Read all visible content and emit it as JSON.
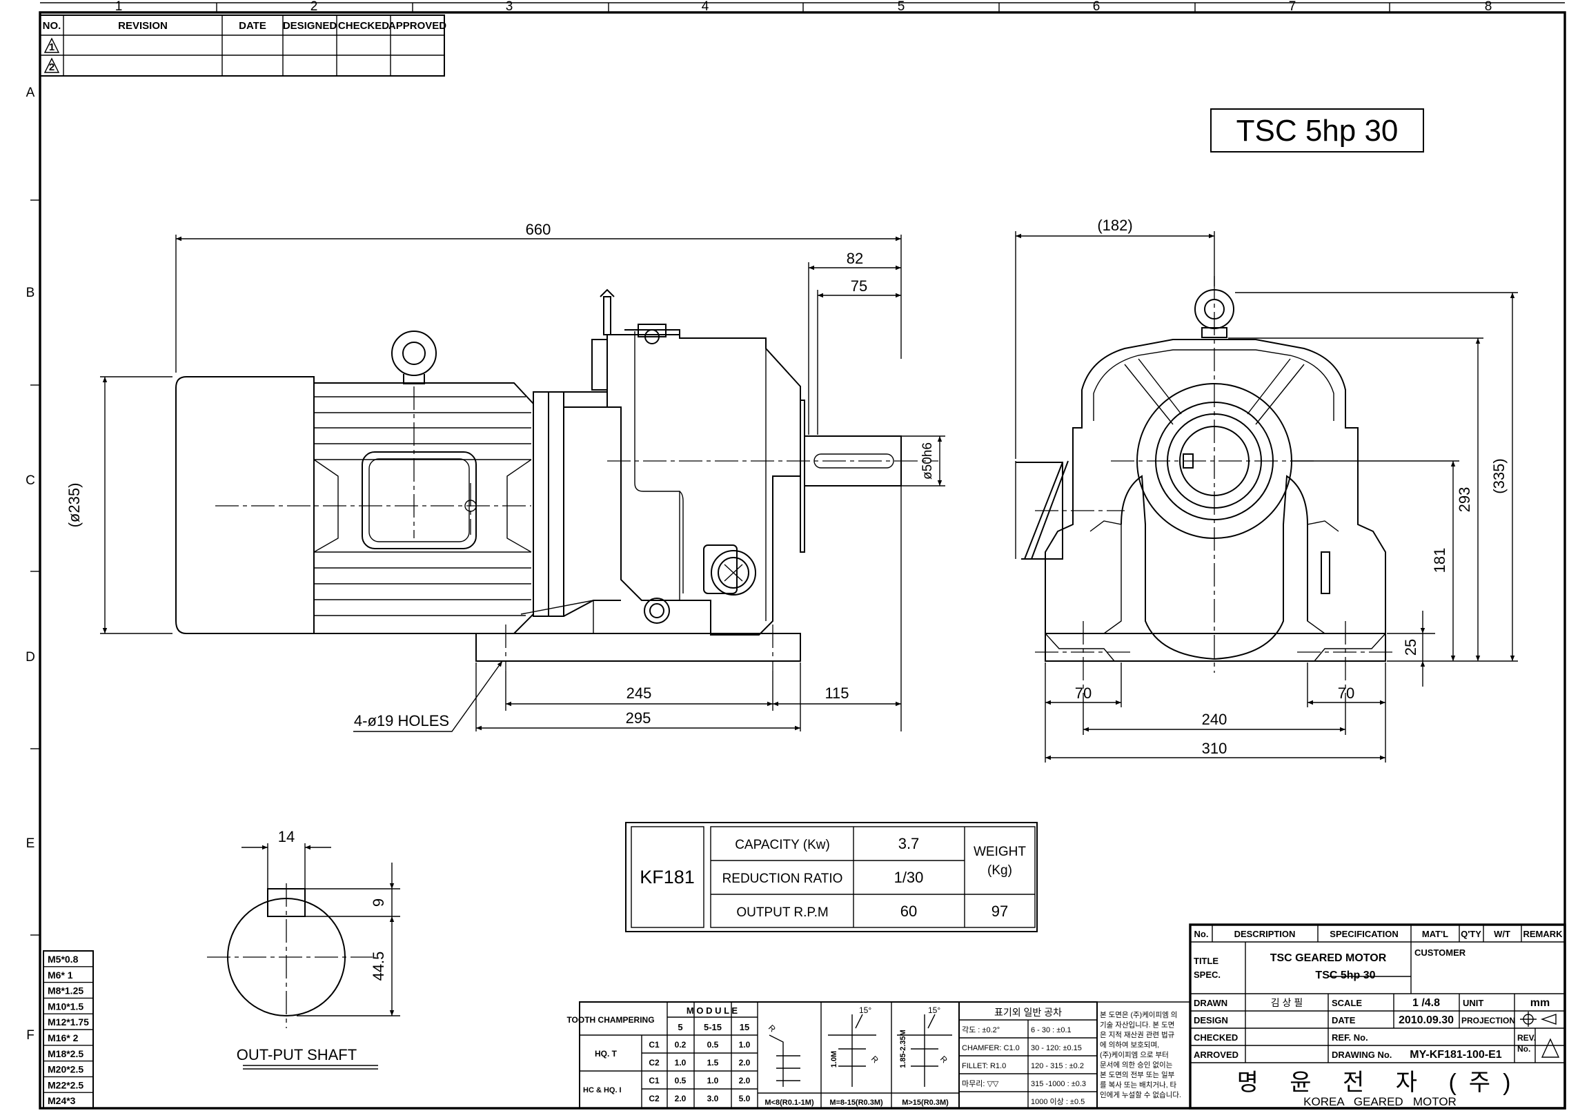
{
  "border": {
    "columns": [
      "1",
      "2",
      "3",
      "4",
      "5",
      "6",
      "7",
      "8"
    ],
    "rows": [
      "A",
      "B",
      "C",
      "D",
      "E",
      "F"
    ]
  },
  "revision_table": {
    "headers": [
      "NO.",
      "REVISION",
      "DATE",
      "DESIGNED",
      "CHECKED",
      "APPROVED"
    ],
    "rows": [
      "1",
      "2"
    ]
  },
  "model_label": "TSC 5hp 30",
  "dims_front": {
    "overall": "660",
    "d82": "82",
    "d75": "75",
    "dia235": "(ø235)",
    "shaft_dia": "ø50h6",
    "d245": "245",
    "d295": "295",
    "d115": "115",
    "holes": "4-ø19 HOLES"
  },
  "dims_side": {
    "d182": "(182)",
    "d335": "(335)",
    "d293": "293",
    "d181": "181",
    "d25": "25",
    "d70a": "70",
    "d70b": "70",
    "d240": "240",
    "d310": "310"
  },
  "shaft_view": {
    "w14": "14",
    "h9": "9",
    "h445": "44.5",
    "label": "OUT-PUT SHAFT"
  },
  "spec_table": {
    "model": "KF181",
    "capacity_label": "CAPACITY (Kw)",
    "capacity_value": "3.7",
    "ratio_label": "REDUCTION RATIO",
    "ratio_value": "1/30",
    "rpm_label": "OUTPUT R.P.M",
    "rpm_value": "60",
    "weight_label_1": "WEIGHT",
    "weight_label_2": "(Kg)",
    "weight_value": "97"
  },
  "bolt_table": [
    "M5*0.8",
    "M6* 1",
    "M8*1.25",
    "M10*1.5",
    "M12*1.75",
    "M16* 2",
    "M18*2.5",
    "M20*2.5",
    "M22*2.5",
    "M24*3"
  ],
  "tooth_table": {
    "title": "TOOTH CHAMPERING",
    "module": "M O D U L E",
    "cols": [
      "5",
      "5-15",
      "15"
    ],
    "hqt": "HQ. T",
    "hc": "HC & HQ. I",
    "c1": "C1",
    "c2": "C2",
    "hqt_c1": [
      "0.2",
      "0.5",
      "1.0"
    ],
    "hqt_c2": [
      "1.0",
      "1.5",
      "2.0"
    ],
    "hc_c1": [
      "0.5",
      "1.0",
      "2.0"
    ],
    "hc_c2": [
      "2.0",
      "3.0",
      "5.0"
    ],
    "cap1": "M<8(R0.1-1M)",
    "cap2": "M=8-15(R0.3M)",
    "cap3": "M>15(R0.3M)",
    "ann1": "1.0M",
    "ann2": "15°",
    "ann3": "1.85-2.35M",
    "ann4": "15°",
    "r": "R"
  },
  "tolerance_table": {
    "title": "표기외 일반 공차",
    "rows": [
      [
        "각도 : ±0.2°",
        "6 - 30 : ±0.1"
      ],
      [
        "CHAMFER: C1.0",
        "30 - 120: ±0.15"
      ],
      [
        "FILLET: R1.0",
        "120 - 315 : ±0.2"
      ],
      [
        "마무리: ▽▽",
        "315 -1000 : ±0.3"
      ],
      [
        "",
        "1000 이상 : ±0.5"
      ]
    ]
  },
  "notice": [
    "본 도면은 (주)케이피엠 의",
    "기술 자산입니다. 본 도면",
    "은 지적 재산권 관련 법규",
    "에 의하여 보호되며,",
    "(주)케이피엠 으로 부터",
    "문서에 의한 승인 없이는",
    "본 도면의 전부 또는 일부",
    "를 복사 또는 배치거나, 타",
    "인에게 누설할 수 없습니다."
  ],
  "title_block": {
    "h_no": "No.",
    "h_desc": "DESCRIPTION",
    "h_spec": "SPECIFICATION",
    "h_mat": "MAT'L",
    "h_qty": "Q'TY",
    "h_wt": "W/T",
    "h_remark": "REMARK",
    "title_label": "TITLE",
    "spec_label": "SPEC.",
    "title_value": "TSC GEARED MOTOR",
    "spec_value": "TSC 5hp 30",
    "customer": "CUSTOMER",
    "drawn_label": "DRAWN",
    "drawn_value": "김 상 필",
    "scale_label": "SCALE",
    "scale_value": "1 /4.8",
    "unit_label": "UNIT",
    "unit_value": "mm",
    "design_label": "DESIGN",
    "date_label": "DATE",
    "date_value": "2010.09.30",
    "projection_label": "PROJECTION",
    "checked_label": "CHECKED",
    "refno_label": "REF. No.",
    "rev_label_1": "REV.",
    "rev_label_2": "No.",
    "approved_label": "ARROVED",
    "drawingno_label": "DRAWING No.",
    "drawingno_value": "MY-KF181-100-E1",
    "company_kr": "명 윤 전 자 (주)",
    "company_en": "KOREA   GEARED   MOTOR"
  }
}
